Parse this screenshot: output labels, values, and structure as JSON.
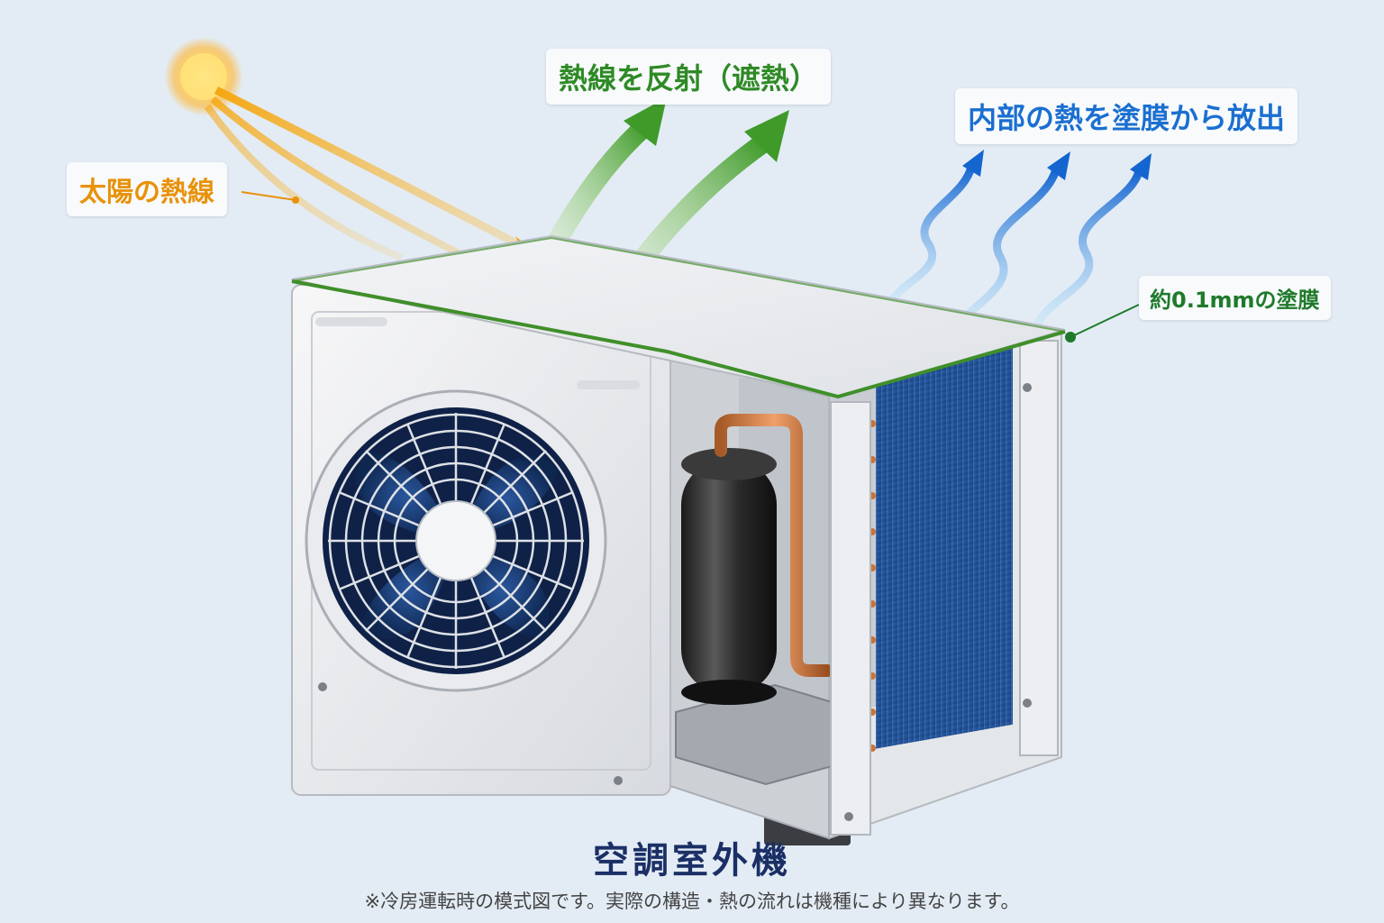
{
  "labels": {
    "sun_heat": "太陽の熱線",
    "reflect": "熱線を反射（遮熱）",
    "emit": "内部の熱を塗膜から放出",
    "coating": "約0.1mmの塗膜"
  },
  "title": "空調室外機",
  "note": "※冷房運転時の模式図です。実際の構造・熱の流れは機種により異なります。",
  "colors": {
    "sun_arrow": "#f3a712",
    "reflect_arrow": "#4a9e2f",
    "emit_arrow": "#1d73d8",
    "coating_line": "#2e8a25",
    "fan_blade": "#1f3f78",
    "coil": "#1b4a8f",
    "copper": "#c8743a"
  }
}
